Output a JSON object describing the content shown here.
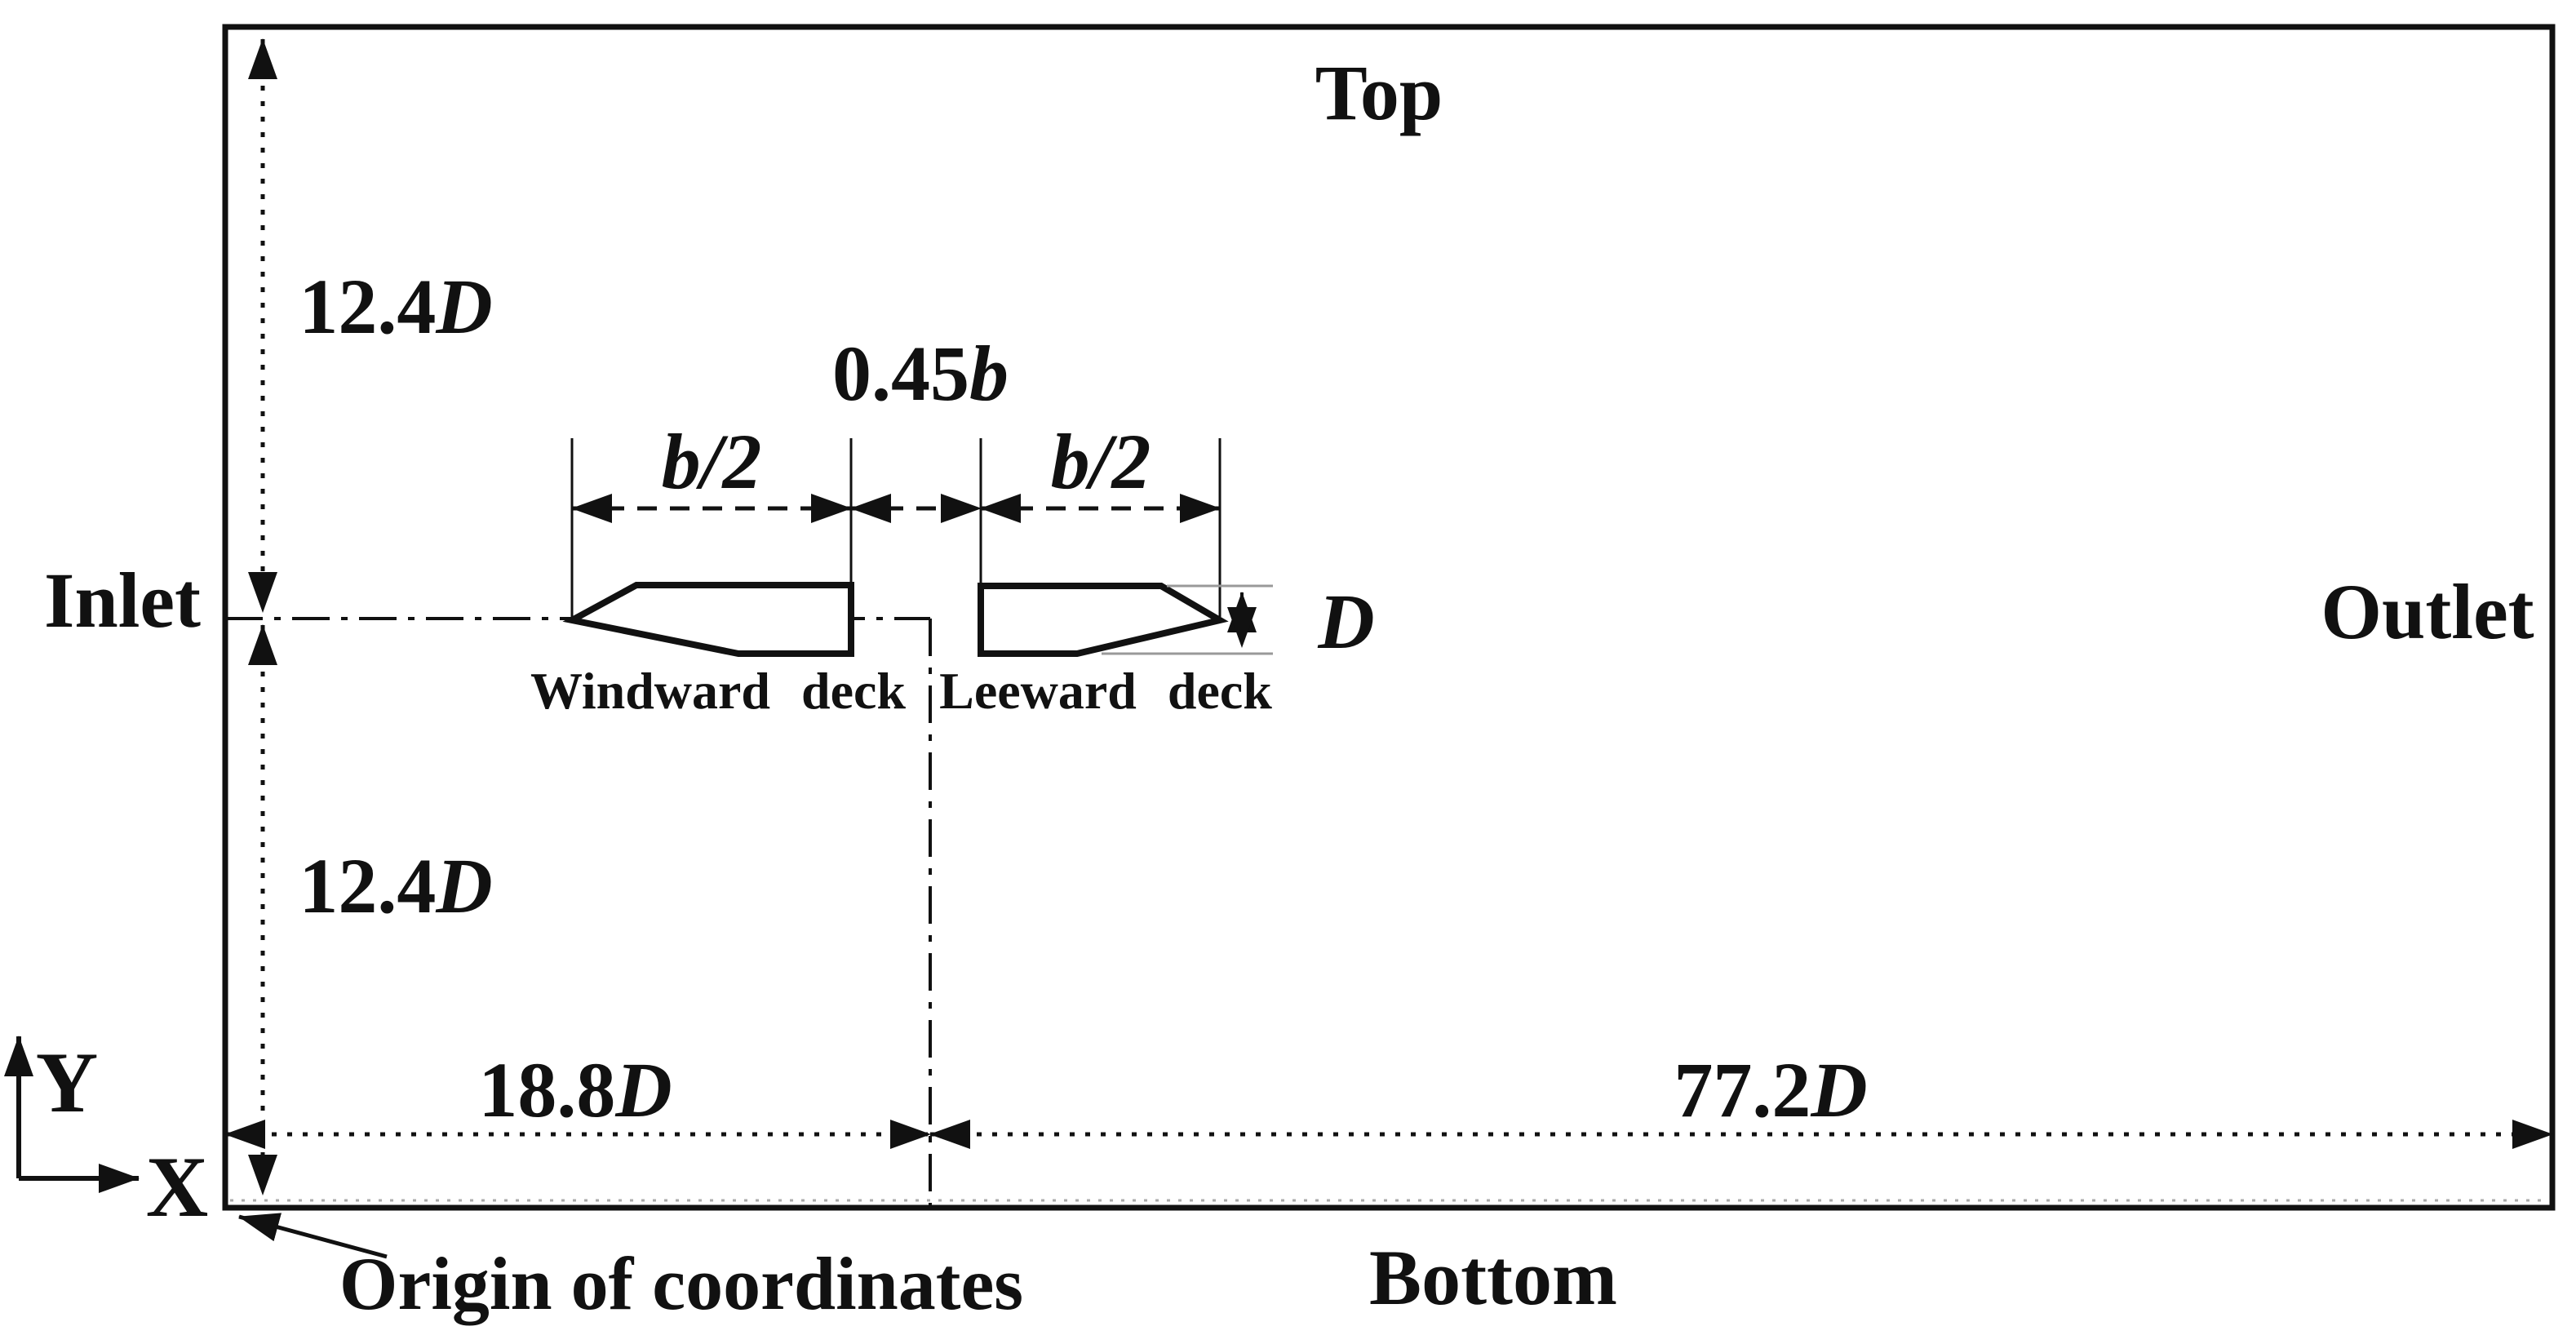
{
  "figure": {
    "labels": {
      "top": "Top",
      "bottom": "Bottom",
      "inlet": "Inlet",
      "outlet": "Outlet",
      "origin": "Origin of coordinates",
      "axis_x": "X",
      "axis_y": "Y",
      "windward_deck": "Windward deck",
      "leeward_deck": "Leeward deck"
    },
    "dimensions": {
      "upper_height": {
        "value": "12.4",
        "symbol": "D"
      },
      "lower_height": {
        "value": "12.4",
        "symbol": "D"
      },
      "upstream_length": {
        "value": "18.8",
        "symbol": "D"
      },
      "downstream_length": {
        "value": "77.2",
        "symbol": "D"
      },
      "gap_width": {
        "value": "0.45",
        "symbol": "b"
      },
      "windward_half_width": {
        "value": "b/2"
      },
      "leeward_half_width": {
        "value": "b/2"
      },
      "deck_depth": {
        "symbol": "D"
      }
    },
    "colors": {
      "ink": "#111111",
      "background": "#ffffff",
      "faint_extension": "#999999"
    }
  }
}
